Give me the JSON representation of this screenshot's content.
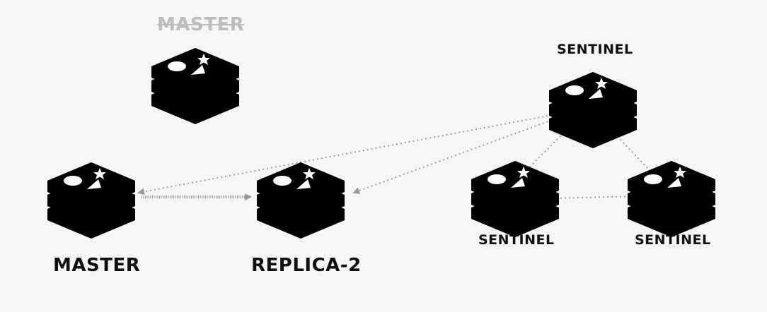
{
  "nodes": {
    "old_master": {
      "label": "MASTER",
      "state": "failed"
    },
    "master": {
      "label": "MASTER"
    },
    "replica": {
      "label": "REPLICA-2"
    },
    "sentinel_top": {
      "label": "SENTINEL"
    },
    "sentinel_left": {
      "label": "SENTINEL"
    },
    "sentinel_right": {
      "label": "SENTINEL"
    }
  },
  "colors": {
    "background": "#f6f6f6",
    "redis_red": "#d82c20",
    "sentinel_purple": "#8a66c8",
    "failed_gray": "#c9c9c9",
    "connector": "#9a9a9a"
  },
  "icon": "redis-cube-icon"
}
